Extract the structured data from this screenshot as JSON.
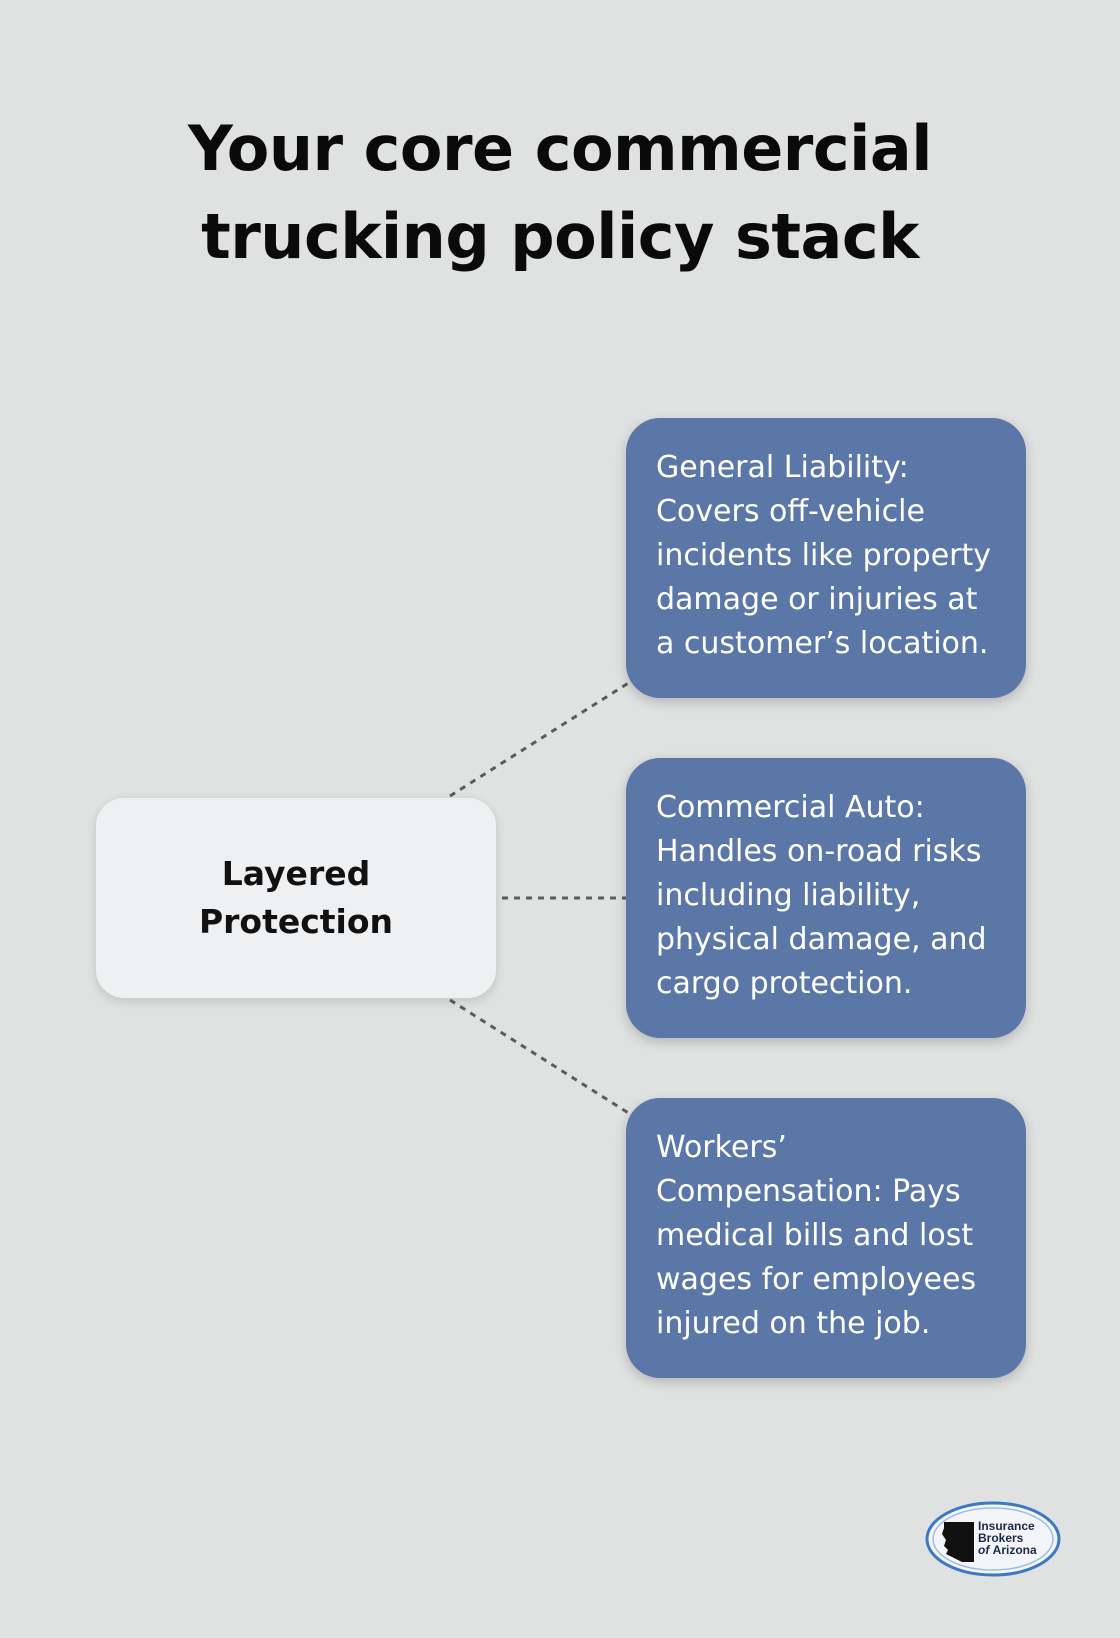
{
  "title": "Your core commercial trucking policy stack",
  "center": {
    "label": "Layered Protection"
  },
  "cards": [
    {
      "text": "General Liability: Covers off-vehicle incidents like property damage or injuries at a customer’s location."
    },
    {
      "text": "Commercial Auto: Handles on-road risks including liability, physical damage, and cargo protection."
    },
    {
      "text": "Workers’ Compensation: Pays medical bills and lost wages for employees injured on the job."
    }
  ],
  "logo": {
    "line1": "Insurance",
    "line2": "Brokers",
    "line3_prefix": "of",
    "line3": "Arizona"
  },
  "colors": {
    "background": "#e0e2e1",
    "card": "#5b77a8",
    "center_node": "#eff0f2",
    "connector": "#5c5c5c"
  }
}
